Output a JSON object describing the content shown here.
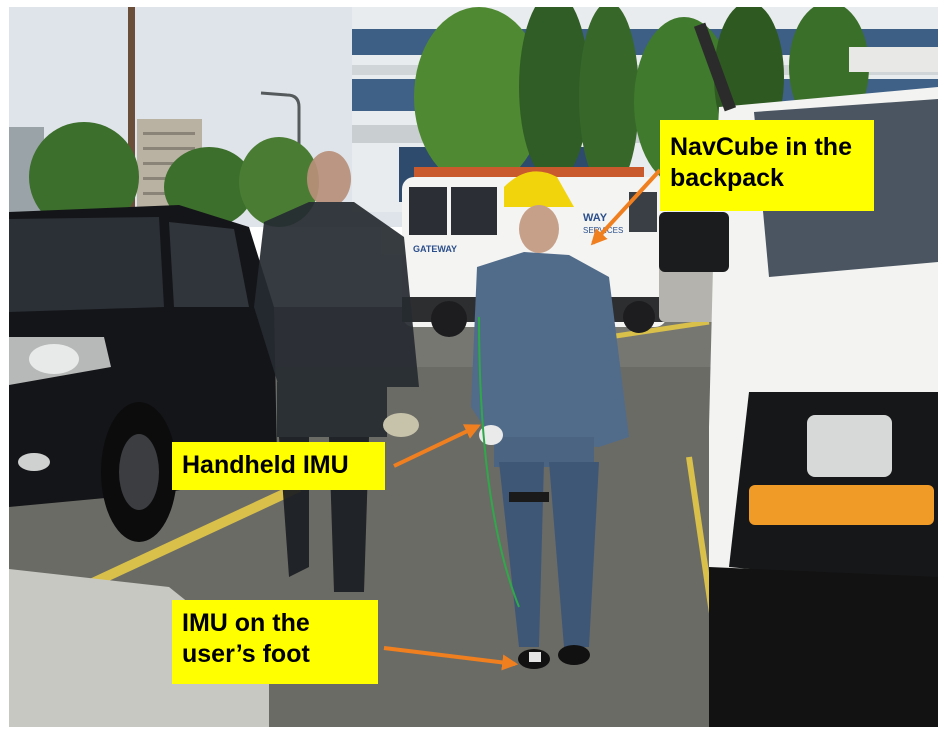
{
  "callouts": {
    "navcube": {
      "line1": "NavCube in the",
      "line2": "backpack"
    },
    "handheld": {
      "line1": "Handheld IMU"
    },
    "foot": {
      "line1": "IMU on the",
      "line2": "user’s foot"
    }
  },
  "van_sign": {
    "brand": "GATEWAY",
    "side_text": "WAY",
    "side_text2": "SERVICES"
  },
  "colors": {
    "callout_fill": "#ffff00",
    "arrow": "#f07f1f",
    "helmet": "#f2d40c",
    "sky": "#dde3ea",
    "asphalt": "#6a6a64",
    "parking_line": "#d9c04a"
  }
}
